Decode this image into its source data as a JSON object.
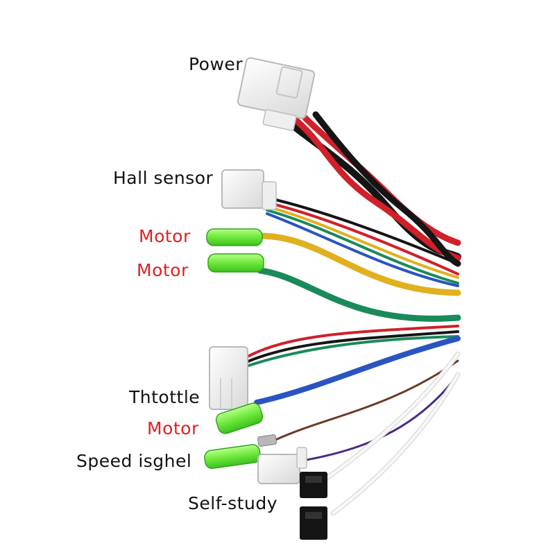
{
  "labels": {
    "power": "Power",
    "hall_sensor": "Hall sensor",
    "motor_1": "Motor",
    "motor_2": "Motor",
    "throttle": "Thtottle",
    "motor_3": "Motor",
    "speed": "Speed isghel",
    "self_study": "Self-study"
  },
  "colors": {
    "label_text": "#111111",
    "motor_label": "#e02020",
    "wire_red": "#d0202a",
    "wire_black": "#151515",
    "wire_yellow": "#e0b020",
    "wire_green": "#1a8a5a",
    "wire_blue": "#2a55c0",
    "wire_brown": "#6a3a28",
    "wire_purple": "#4a2a8a",
    "wire_white": "#f2f2f2",
    "connector_white": "#f4f4f4",
    "connector_green": "#7ef04a"
  }
}
